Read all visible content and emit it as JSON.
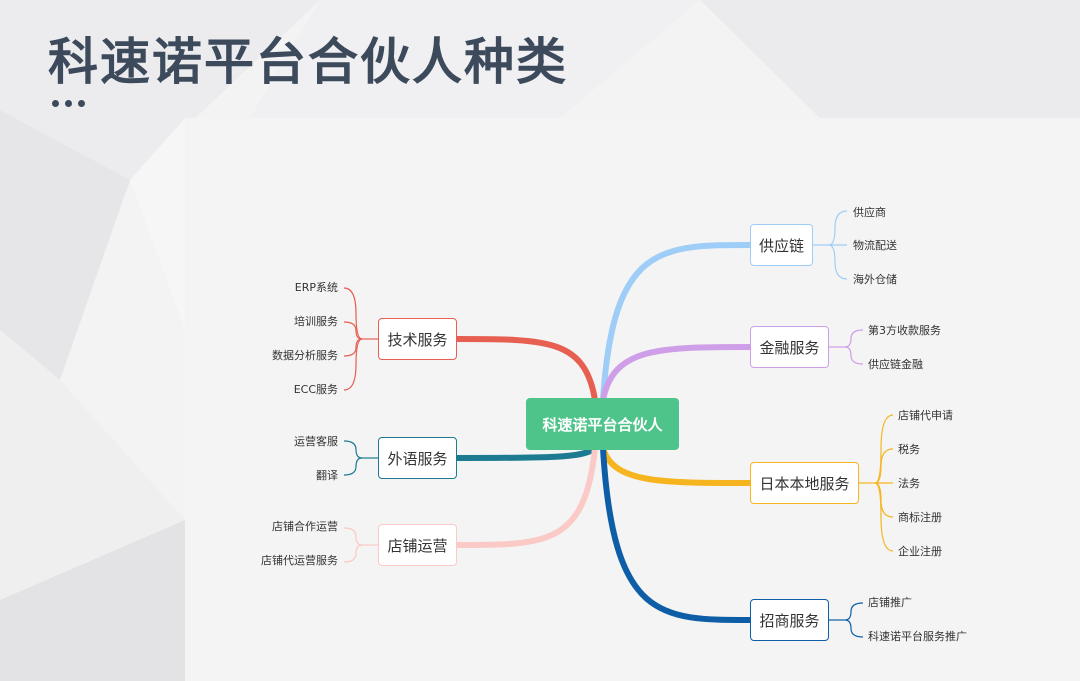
{
  "title": "科速诺平台合伙人种类",
  "diagram": {
    "center": "科速诺平台合伙人",
    "branches": [
      {
        "id": "supply",
        "label": "供应链",
        "color": "#9ecdf7",
        "side": "right",
        "children": [
          "供应商",
          "物流配送",
          "海外仓储"
        ]
      },
      {
        "id": "finance",
        "label": "金融服务",
        "color": "#cf9ee8",
        "side": "right",
        "children": [
          "第3方收款服务",
          "供应链金融"
        ]
      },
      {
        "id": "local",
        "label": "日本本地服务",
        "color": "#f6b51f",
        "side": "right",
        "children": [
          "店铺代申请",
          "税务",
          "法务",
          "商标注册",
          "企业注册"
        ]
      },
      {
        "id": "invest",
        "label": "招商服务",
        "color": "#0d5ea6",
        "side": "right",
        "children": [
          "店铺推广",
          "科速诺平台服务推广"
        ]
      },
      {
        "id": "tech",
        "label": "技术服务",
        "color": "#e65f50",
        "side": "left",
        "children": [
          "ERP系统",
          "培训服务",
          "数据分析服务",
          "ECC服务"
        ]
      },
      {
        "id": "lang",
        "label": "外语服务",
        "color": "#1c7b91",
        "side": "left",
        "children": [
          "运营客服",
          "翻译"
        ]
      },
      {
        "id": "store",
        "label": "店铺运营",
        "color": "#fbc9c6",
        "side": "left",
        "children": [
          "店铺合作运营",
          "店铺代运营服务"
        ]
      }
    ]
  }
}
